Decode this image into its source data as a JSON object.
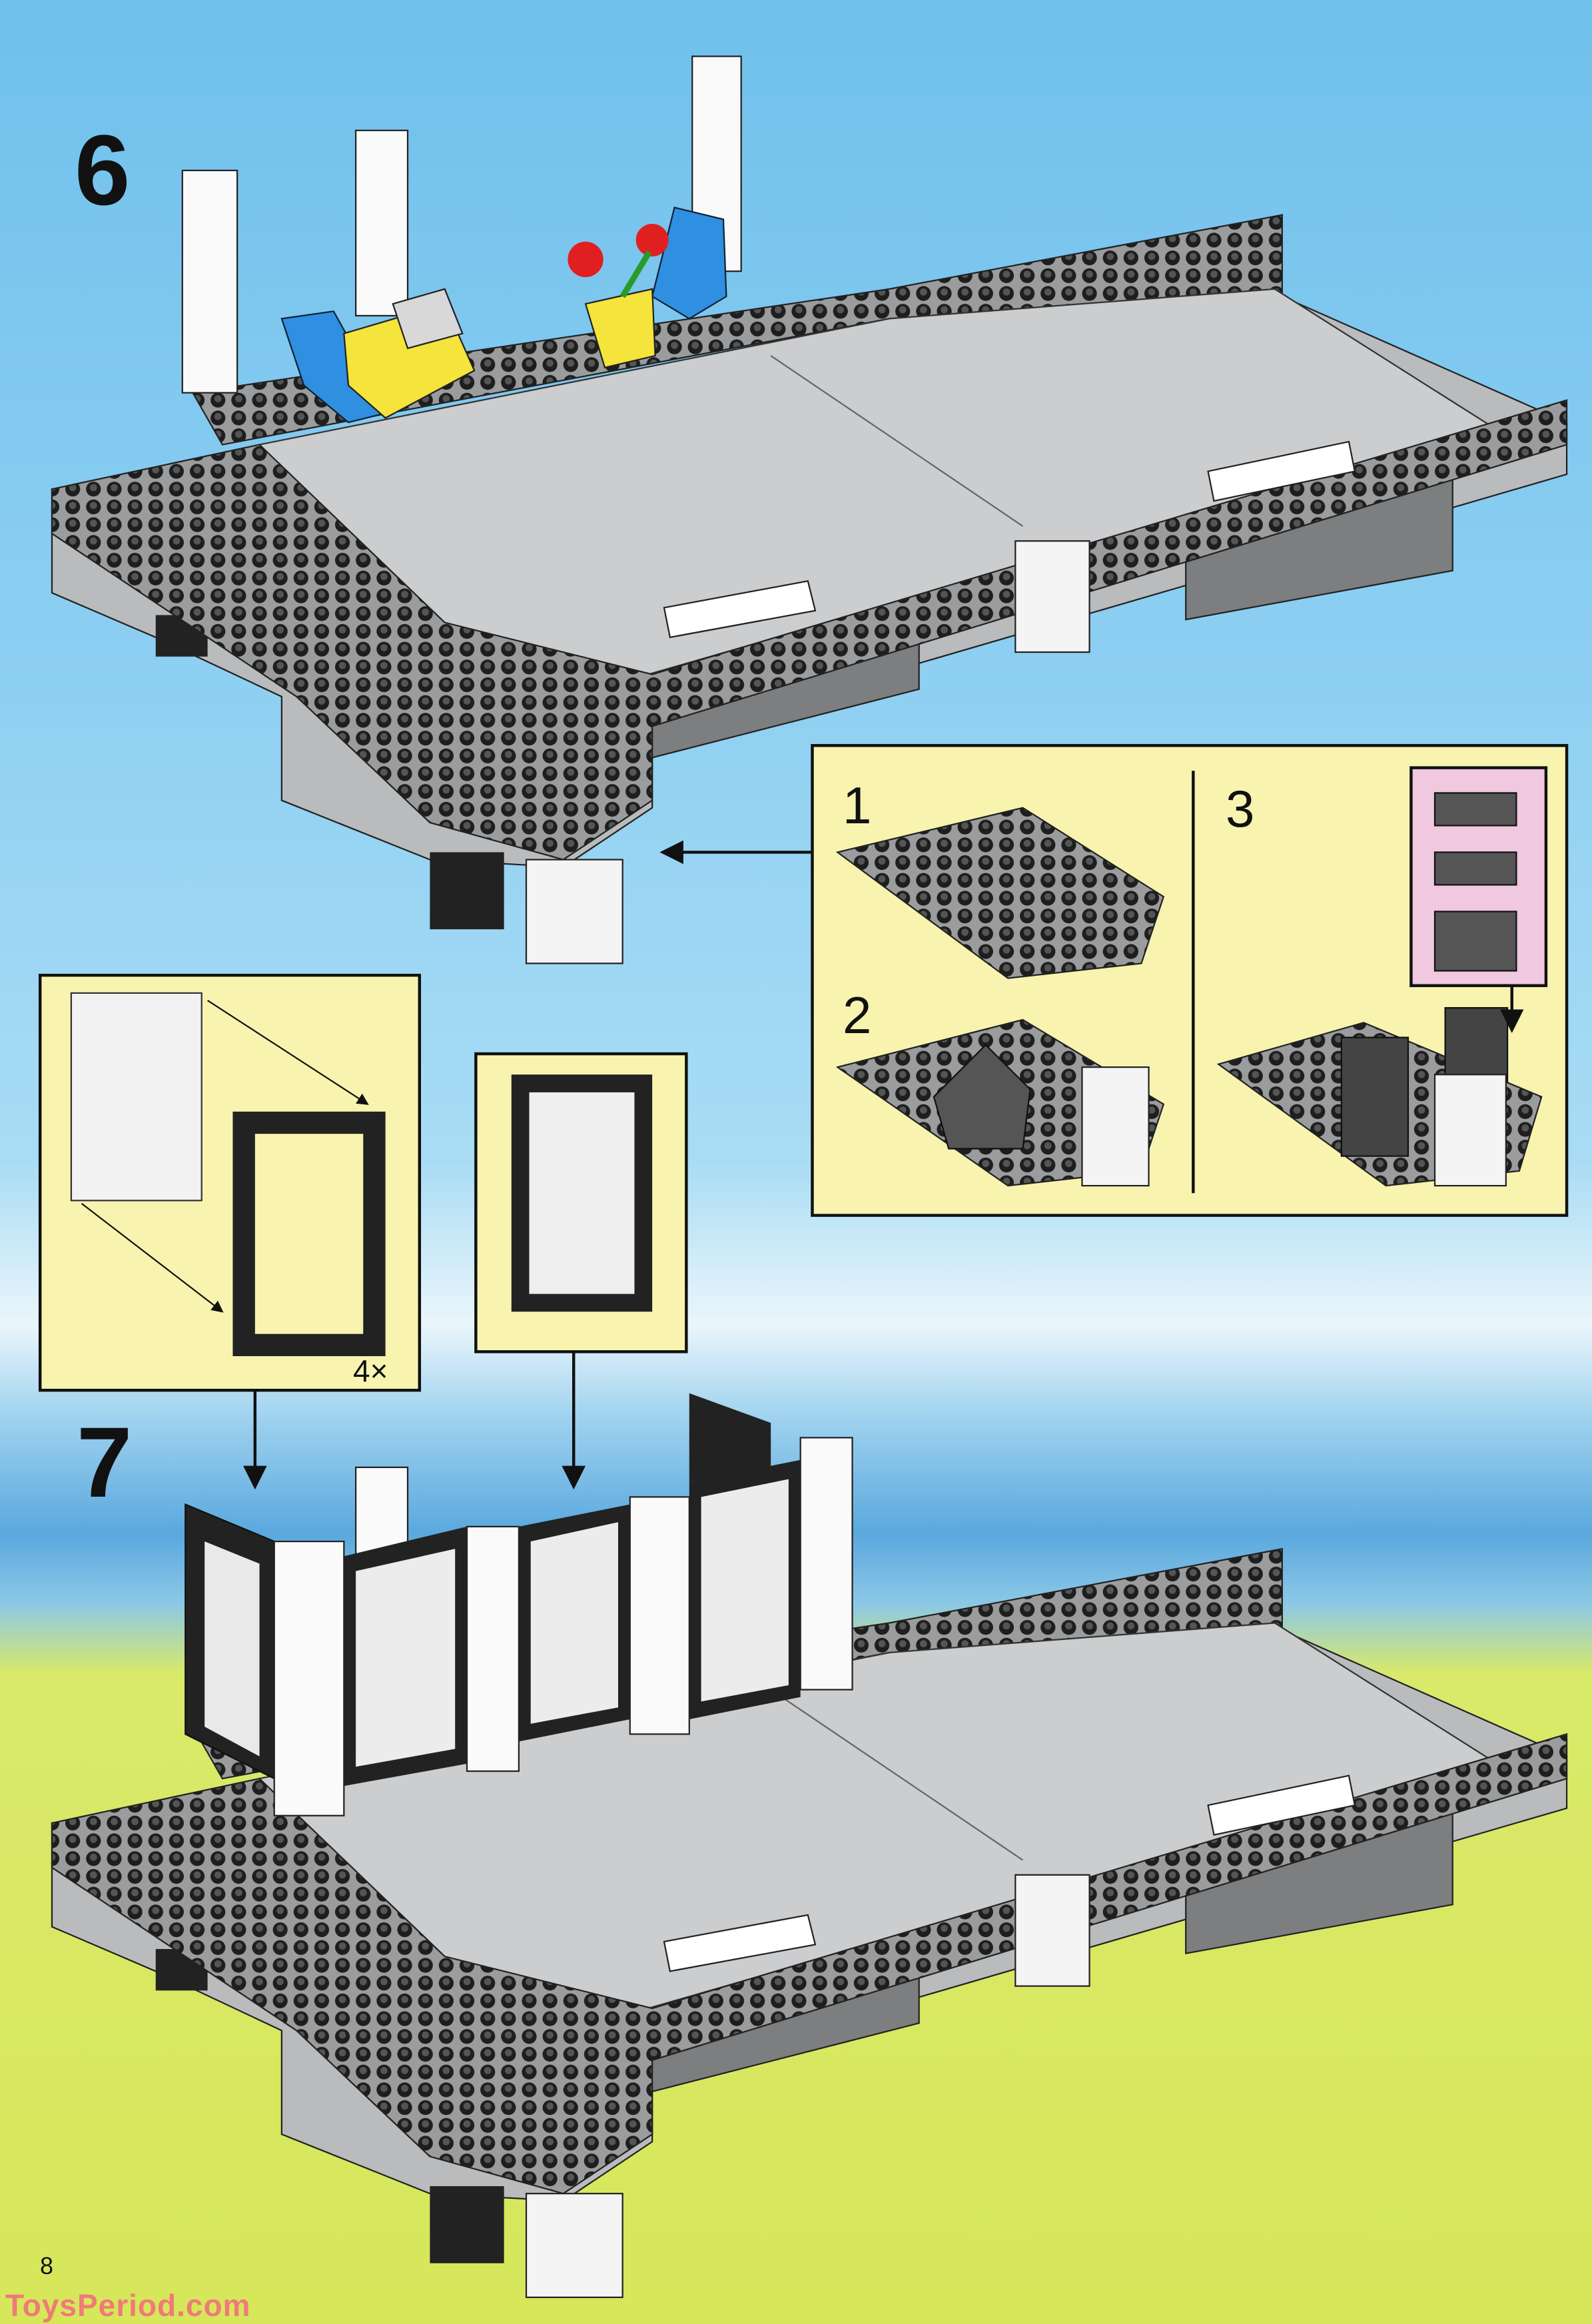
{
  "steps": {
    "step6": {
      "number": "6"
    },
    "step7": {
      "number": "7"
    }
  },
  "inset_step6": {
    "substeps": [
      "1",
      "2",
      "3"
    ]
  },
  "inset_window": {
    "quantity": "4×"
  },
  "footer": {
    "page_number": "8",
    "watermark": "ToysPeriod.com"
  },
  "colors": {
    "sky": "#6fc0ec",
    "ground": "#d6e75a",
    "inset_background": "#f8f4b0",
    "callout_pink": "#f0c8e0",
    "plate_gray": "#c8cacc",
    "stud_black": "#2a2a2a",
    "watermark": "#f07a7a"
  }
}
